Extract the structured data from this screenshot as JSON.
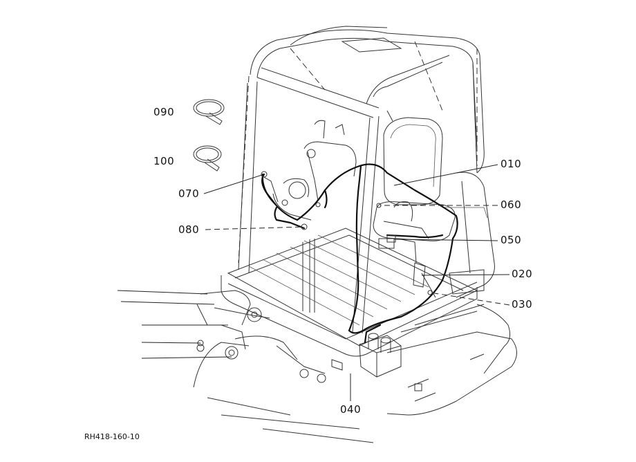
{
  "figure_ref": "RH418-160-10",
  "callouts": {
    "c090": "090",
    "c100": "100",
    "c070": "070",
    "c080": "080",
    "c010": "010",
    "c060": "060",
    "c050": "050",
    "c020": "020",
    "c030": "030",
    "c040": "040"
  }
}
